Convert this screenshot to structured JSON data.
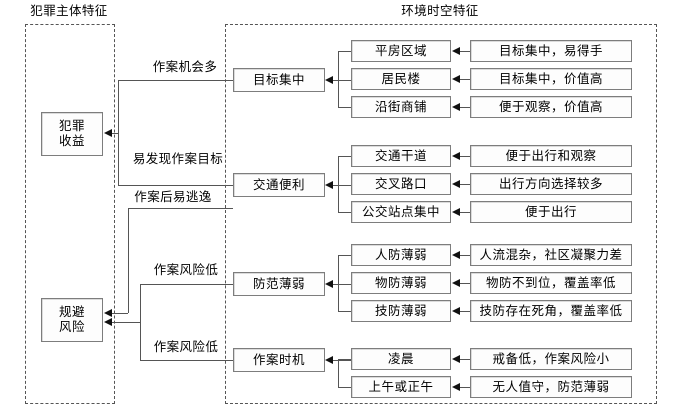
{
  "diagram": {
    "title_left": "犯罪主体特征",
    "title_right": "环境时空特征",
    "subjects": [
      {
        "id": "profit",
        "line1": "犯罪",
        "line2": "收益"
      },
      {
        "id": "avoid-risk",
        "line1": "规避",
        "line2": "风险"
      }
    ],
    "edge_labels": [
      {
        "id": "opportunity",
        "text": "作案机会多"
      },
      {
        "id": "easy-target",
        "text": "易发现作案目标"
      },
      {
        "id": "easy-escape",
        "text": "作案后易逃逸"
      },
      {
        "id": "low-risk-1",
        "text": "作案风险低"
      },
      {
        "id": "low-risk-2",
        "text": "作案风险低"
      }
    ],
    "groups": [
      {
        "id": "target-concentration",
        "label": "目标集中",
        "items": [
          {
            "name": "平房区域",
            "reason": "目标集中，易得手"
          },
          {
            "name": "居民楼",
            "reason": "目标集中，价值高"
          },
          {
            "name": "沿街商铺",
            "reason": "便于观察，价值高"
          }
        ]
      },
      {
        "id": "traffic-convenience",
        "label": "交通便利",
        "items": [
          {
            "name": "交通干道",
            "reason": "便于出行和观察"
          },
          {
            "name": "交叉路口",
            "reason": "出行方向选择较多"
          },
          {
            "name": "公交站点集中",
            "reason": "便于出行"
          }
        ]
      },
      {
        "id": "weak-prevention",
        "label": "防范薄弱",
        "items": [
          {
            "name": "人防薄弱",
            "reason": "人流混杂，社区凝聚力差"
          },
          {
            "name": "物防薄弱",
            "reason": "物防不到位，覆盖率低"
          },
          {
            "name": "技防薄弱",
            "reason": "技防存在死角，覆盖率低"
          }
        ]
      },
      {
        "id": "crime-timing",
        "label": "作案时机",
        "items": [
          {
            "name": "凌晨",
            "reason": "戒备低，作案风险小"
          },
          {
            "name": "上午或正午",
            "reason": "无人值守，防范薄弱"
          }
        ]
      }
    ],
    "colors": {
      "box_border": "#7d7d7d",
      "panel_border": "#555555",
      "line": "#555555",
      "arrow": "#111111",
      "text": "#000000",
      "background": "#ffffff"
    }
  }
}
